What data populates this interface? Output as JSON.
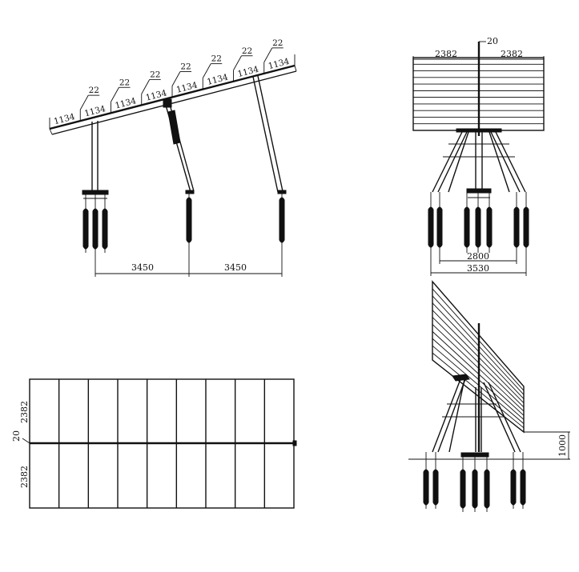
{
  "side_view": {
    "panel_width": "1134",
    "gap": "22",
    "post_spacing_left": "3450",
    "post_spacing_right": "3450"
  },
  "front_view": {
    "half_width_left": "2382",
    "half_width_right": "2382",
    "center_gap": "20",
    "inner_span": "2800",
    "outer_span": "3530"
  },
  "plan_view": {
    "half_height_top": "2382",
    "half_height_bottom": "2382",
    "center_gap": "20"
  },
  "tilted_view": {
    "clearance": "1000"
  }
}
